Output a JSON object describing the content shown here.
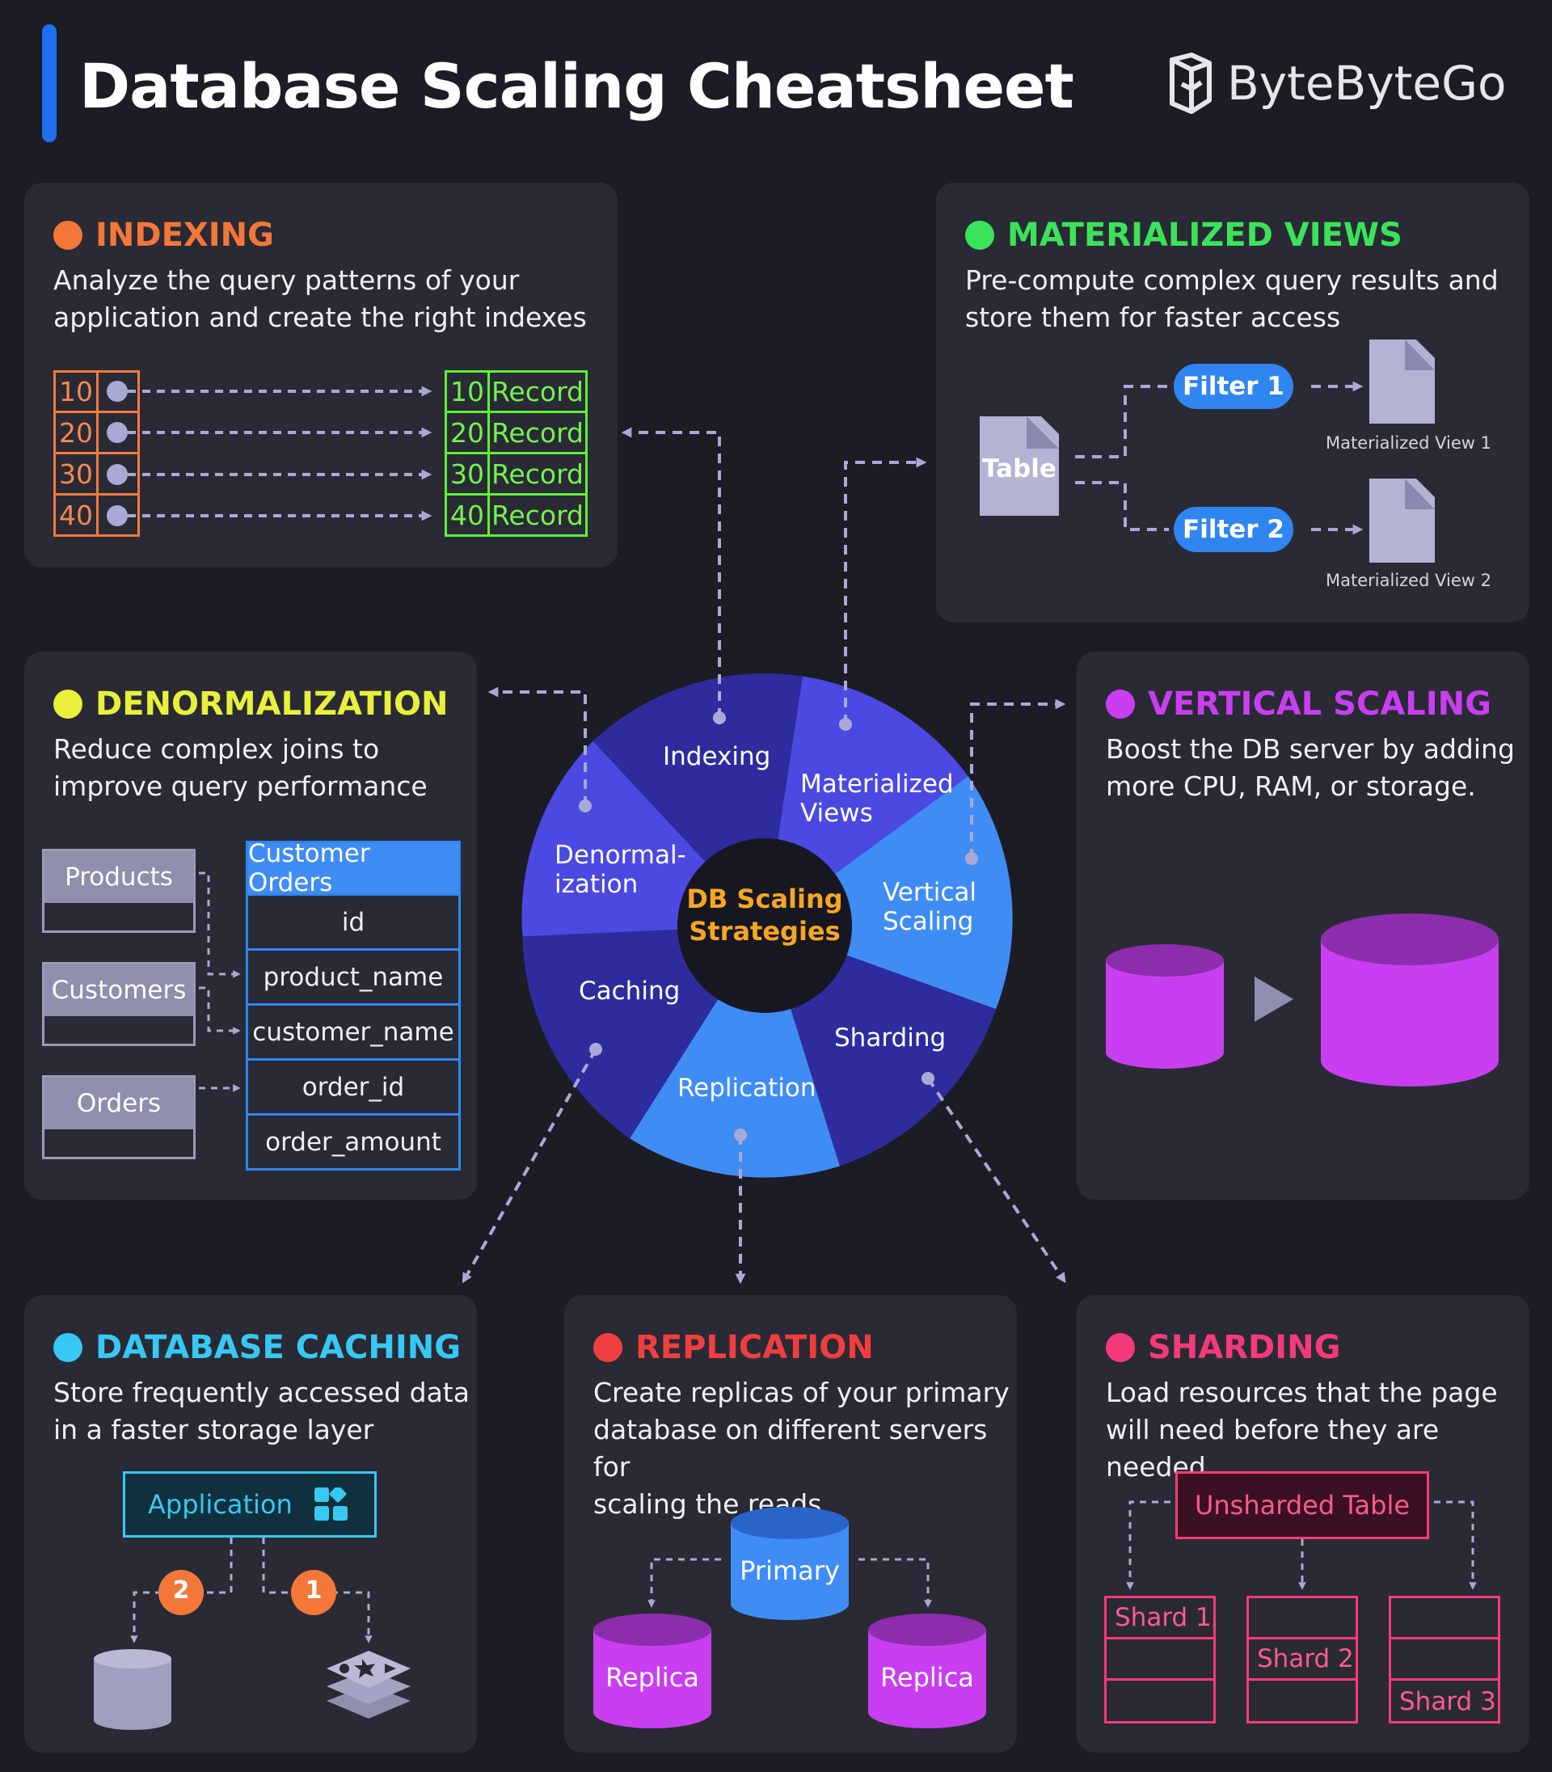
{
  "header": {
    "title": "Database Scaling Cheatsheet",
    "brand": "ByteByteGo"
  },
  "colors": {
    "indexing": "#f4773a",
    "materialized": "#3be35a",
    "denormalization": "#e9f03b",
    "vertical": "#c93ef0",
    "caching": "#37c8f3",
    "replication": "#f03e3e",
    "sharding": "#f43a78",
    "accent": "#1e6ef0",
    "wheel_center": "#f5a623"
  },
  "center": {
    "line1": "DB Scaling",
    "line2": "Strategies"
  },
  "wheel": [
    "Indexing",
    "Materialized",
    "Views",
    "Vertical",
    "Scaling",
    "Sharding",
    "Replication",
    "Caching",
    "Denormal-",
    "ization"
  ],
  "indexing": {
    "title": "INDEXING",
    "desc1": "Analyze the query patterns of your",
    "desc2": "application and create the right indexes",
    "keys": [
      "10",
      "20",
      "30",
      "40"
    ],
    "record_label": "Record"
  },
  "materialized": {
    "title": "MATERIALIZED VIEWS",
    "desc1": "Pre-compute complex query results and",
    "desc2": "store them for faster access",
    "table": "Table",
    "filter1": "Filter 1",
    "filter2": "Filter 2",
    "view1": "Materialized View 1",
    "view2": "Materialized View 2"
  },
  "denormalization": {
    "title": "DENORMALIZATION",
    "desc1": "Reduce complex joins to",
    "desc2": "improve query performance",
    "tables": [
      "Products",
      "Customers",
      "Orders"
    ],
    "result_header": "Customer Orders",
    "result_fields": [
      "id",
      "product_name",
      "customer_name",
      "order_id",
      "order_amount"
    ]
  },
  "vertical": {
    "title": "VERTICAL SCALING",
    "desc1": "Boost the DB server by adding",
    "desc2": "more CPU, RAM, or storage."
  },
  "caching": {
    "title": "DATABASE CACHING",
    "desc1": "Store frequently accessed data",
    "desc2": "in a faster storage layer",
    "app": "Application",
    "step1": "1",
    "step2": "2"
  },
  "replication": {
    "title": "REPLICATION",
    "desc1": "Create replicas of your primary",
    "desc2": "database on different servers for",
    "desc3": "scaling the reads",
    "primary": "Primary",
    "replica": "Replica"
  },
  "sharding": {
    "title": "SHARDING",
    "desc1": "Load resources that the page",
    "desc2": "will need before they are needed",
    "table": "Unsharded Table",
    "shard1": "Shard 1",
    "shard2": "Shard 2",
    "shard3": "Shard 3"
  }
}
